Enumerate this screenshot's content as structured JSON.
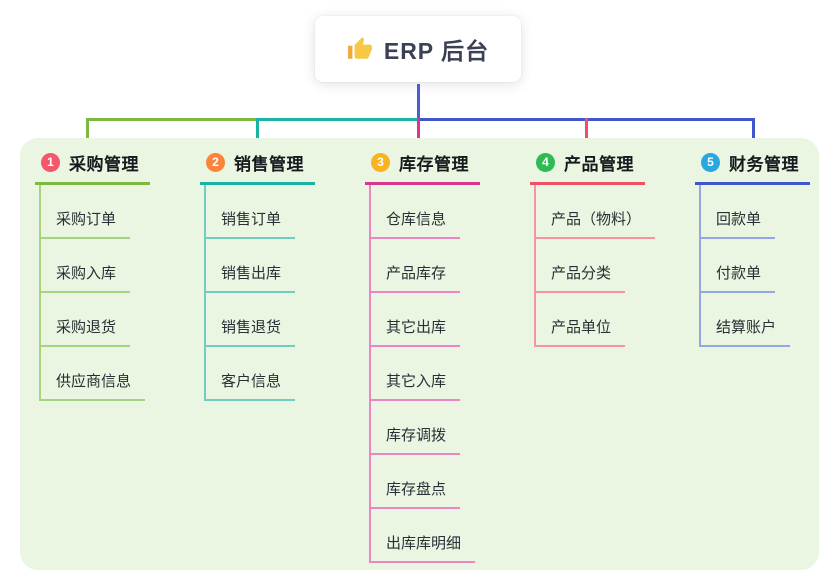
{
  "root": {
    "title": "ERP 后台",
    "icon": "thumbs-up-icon"
  },
  "colors": {
    "panel_bg": "#eaf6e1",
    "root_stem_blue": "#4a5ed2"
  },
  "branches": [
    {
      "num": "1",
      "label": "采购管理",
      "badge_color": "#f4566b",
      "line_color": "#7cb93e",
      "child_line_color": "#a6d37d",
      "children": [
        "采购订单",
        "采购入库",
        "采购退货",
        "供应商信息"
      ]
    },
    {
      "num": "2",
      "label": "销售管理",
      "badge_color": "#f9853c",
      "line_color": "#1ab3a3",
      "child_line_color": "#72ccbf",
      "children": [
        "销售订单",
        "销售出库",
        "销售退货",
        "客户信息"
      ]
    },
    {
      "num": "3",
      "label": "库存管理",
      "badge_color": "#f8b31f",
      "line_color": "#d9368f",
      "child_line_color": "#ec85c1",
      "children": [
        "仓库信息",
        "产品库存",
        "其它出库",
        "其它入库",
        "库存调拨",
        "库存盘点",
        "出库库明细"
      ]
    },
    {
      "num": "4",
      "label": "产品管理",
      "badge_color": "#31b953",
      "line_color": "#f14f63",
      "child_line_color": "#f7949e",
      "children": [
        "产品（物料）",
        "产品分类",
        "产品单位"
      ]
    },
    {
      "num": "5",
      "label": "财务管理",
      "badge_color": "#29a7e0",
      "line_color": "#4156c8",
      "child_line_color": "#93a8e2",
      "children": [
        "回款单",
        "付款单",
        "结算账户"
      ]
    }
  ]
}
